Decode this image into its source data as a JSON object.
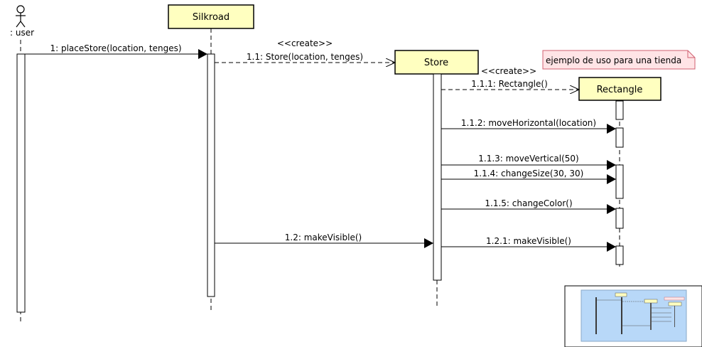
{
  "actor": {
    "label": ": user"
  },
  "objects": {
    "silkroad": "Silkroad",
    "store": "Store",
    "rectangle": "Rectangle"
  },
  "messages": {
    "m1": "1: placeStore(location, tenges)",
    "m1_1": "1.1: Store(location, tenges)",
    "m1_1_stereo": "<<create>>",
    "m1_1_1": "1.1.1: Rectangle()",
    "m1_1_1_stereo": "<<create>>",
    "m1_1_2": "1.1.2: moveHorizontal(location)",
    "m1_1_3": "1.1.3: moveVertical(50)",
    "m1_1_4": "1.1.4: changeSize(30, 30)",
    "m1_1_5": "1.1.5: changeColor()",
    "m1_2": "1.2: makeVisible()",
    "m1_2_1": "1.2.1: makeVisible()"
  },
  "note": {
    "text": "ejemplo de uso para una tienda"
  },
  "colors": {
    "object_fill": "#ffffc0",
    "note_fill": "#ffe4e6",
    "note_border": "#d06070",
    "overview_bg": "#b8d8f8"
  }
}
